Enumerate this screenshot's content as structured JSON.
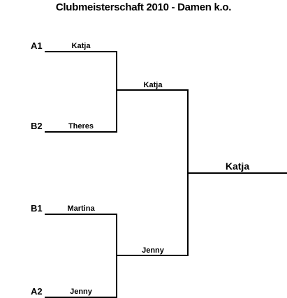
{
  "title": "Clubmeisterschaft 2010 - Damen k.o.",
  "round1": [
    {
      "seed": "A1",
      "name": "Katja"
    },
    {
      "seed": "B2",
      "name": "Theres"
    },
    {
      "seed": "B1",
      "name": "Martina"
    },
    {
      "seed": "A2",
      "name": "Jenny"
    }
  ],
  "semifinal": [
    {
      "name": "Katja"
    },
    {
      "name": "Jenny"
    }
  ],
  "winner": "Katja"
}
